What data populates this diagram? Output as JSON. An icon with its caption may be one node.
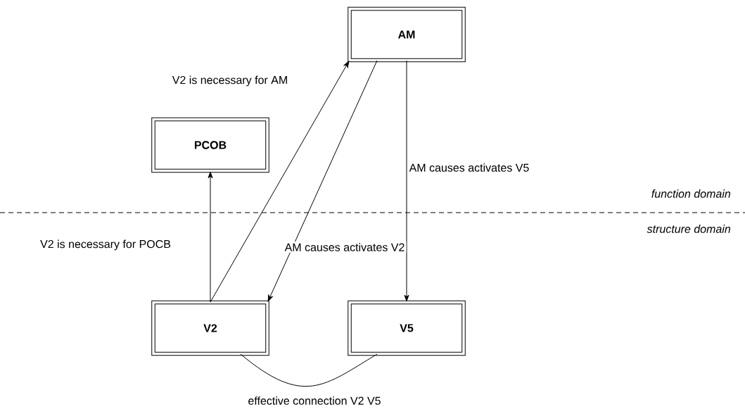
{
  "diagram": {
    "nodes": [
      {
        "text": [
          "AM"
        ]
      },
      {
        "text": [
          "PCOB"
        ]
      },
      {
        "text": [
          "V2"
        ]
      },
      {
        "text": [
          "V5"
        ]
      }
    ],
    "edges": [
      {
        "from": 2,
        "to": 0,
        "arrow": "to",
        "label": "V2 is necessary for AM"
      },
      {
        "from": 2,
        "to": 1,
        "arrow": "to",
        "label": "V2 is necessary for POCB"
      },
      {
        "from": 0,
        "to": 2,
        "arrow": "to",
        "label": "AM causes activates V2"
      },
      {
        "from": 0,
        "to": 3,
        "arrow": "to",
        "label": "AM causes activates V5"
      },
      {
        "from": 2,
        "to": 3,
        "arrow": "none",
        "label": "effective connection V2 V5"
      }
    ],
    "labels": [
      "function domain",
      "structure domain"
    ]
  }
}
